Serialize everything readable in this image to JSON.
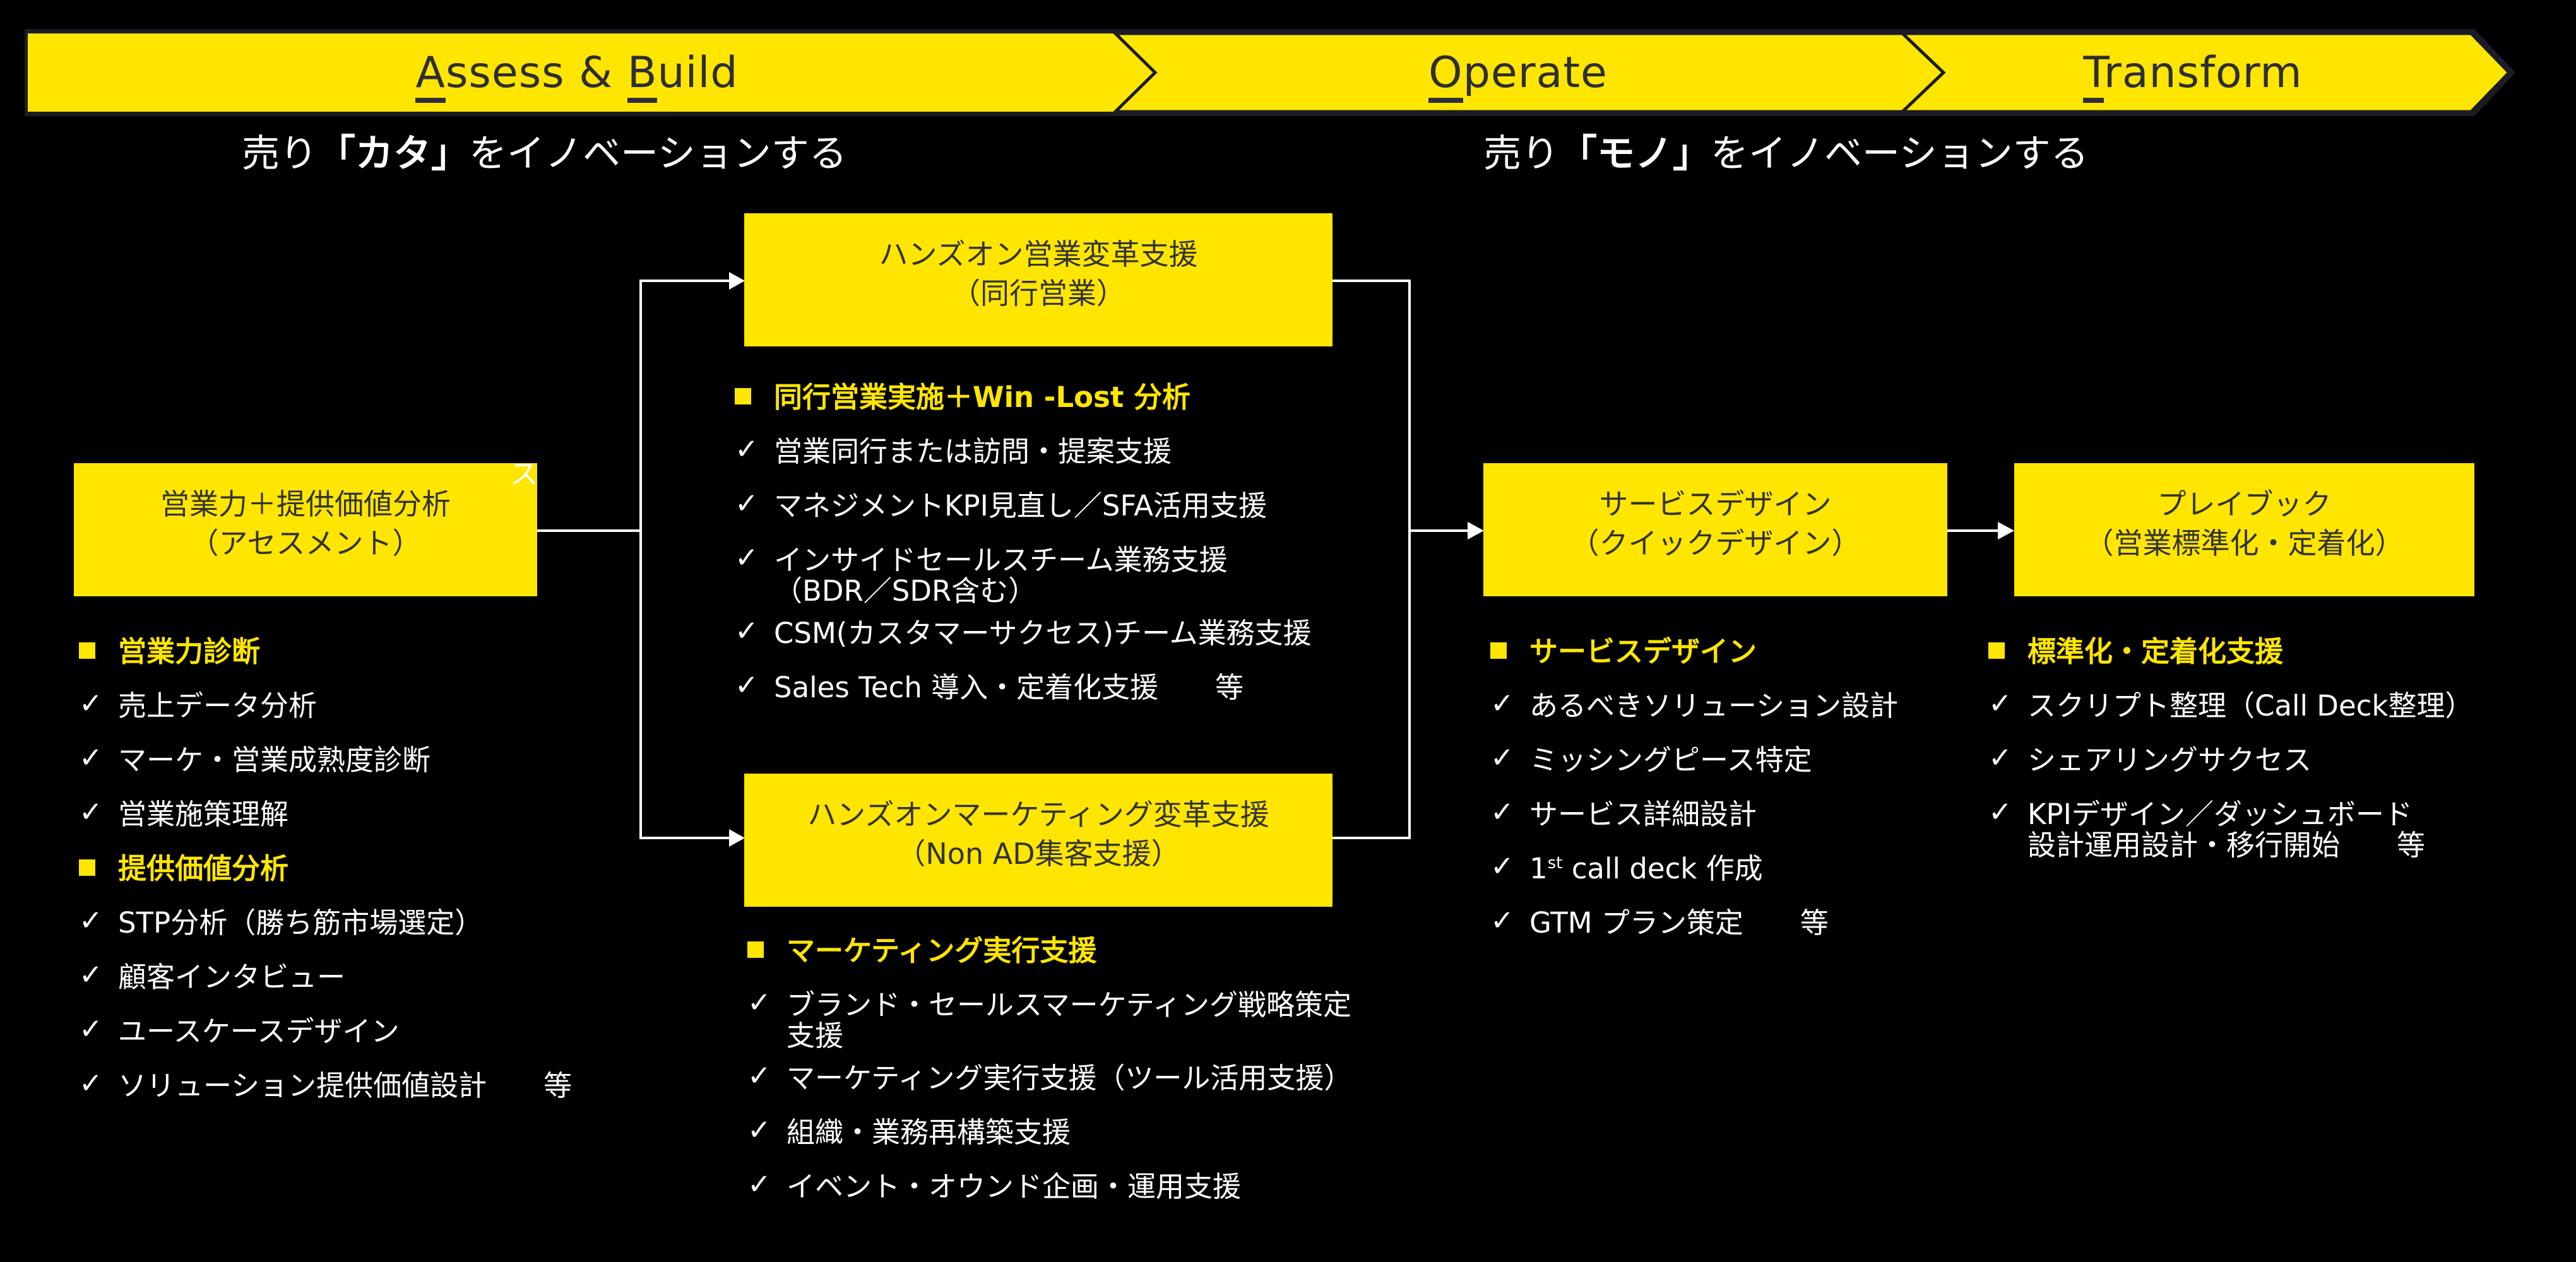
{
  "colors": {
    "accent": "#ffe600",
    "background": "#000000",
    "box_text": "#333333"
  },
  "phases": [
    {
      "initial": "A",
      "rest": "ssess",
      "amp": " & ",
      "initial2": "B",
      "rest2": "uild"
    },
    {
      "initial": "O",
      "rest": "perate"
    },
    {
      "initial": "T",
      "rest": "ransform"
    }
  ],
  "subtitles": [
    {
      "pre": "売り",
      "em": "「カタ」",
      "post": "をイノベーションする"
    },
    {
      "pre": "売り",
      "em": "「モノ」",
      "post": "をイノベーションする"
    }
  ],
  "stray_char": "ス",
  "boxes": [
    {
      "line1": "営業力＋提供価値分析",
      "line2": "（アセスメント）"
    },
    {
      "line1": "ハンズオン営業変革支援",
      "line2": "（同行営業）"
    },
    {
      "line1": "ハンズオンマーケティング変革支援",
      "line2": "（Non AD集客支援）"
    },
    {
      "line1": "サービスデザイン",
      "line2": "（クイックデザイン）"
    },
    {
      "line1": "プレイブック",
      "line2": "（営業標準化・定着化）"
    }
  ],
  "lists": [
    {
      "rows": [
        {
          "type": "head",
          "text": "営業力診断"
        },
        {
          "type": "item",
          "text": "売上データ分析"
        },
        {
          "type": "item",
          "text": "マーケ・営業成熟度診断"
        },
        {
          "type": "item",
          "text": "営業施策理解"
        },
        {
          "type": "head",
          "text": "提供価値分析"
        },
        {
          "type": "item",
          "text": "STP分析（勝ち筋市場選定）"
        },
        {
          "type": "item",
          "text": "顧客インタビュー"
        },
        {
          "type": "item",
          "text": "ユースケースデザイン"
        },
        {
          "type": "item",
          "text": "ソリューション提供価値設計",
          "tail": "等"
        }
      ]
    },
    {
      "rows": [
        {
          "type": "head",
          "text": "同行営業実施＋Win -Lost 分析"
        },
        {
          "type": "item",
          "text": "営業同行または訪問・提案支援"
        },
        {
          "type": "item",
          "text": "マネジメントKPI見直し／SFA活用支援"
        },
        {
          "type": "item",
          "text": "インサイドセールスチーム業務支援",
          "cont": "（BDR／SDR含む）"
        },
        {
          "type": "item",
          "text": "CSM(カスタマーサクセス)チーム業務支援"
        },
        {
          "type": "item",
          "text": "Sales Tech 導入・定着化支援",
          "tail": "等"
        }
      ]
    },
    {
      "rows": [
        {
          "type": "head",
          "text": "マーケティング実行支援"
        },
        {
          "type": "item",
          "text": "ブランド・セールスマーケティング戦略策定",
          "cont": "支援"
        },
        {
          "type": "item",
          "text": "マーケティング実行支援（ツール活用支援）"
        },
        {
          "type": "item",
          "text": "組織・業務再構築支援"
        },
        {
          "type": "item",
          "text": "イベント・オウンド企画・運用支援"
        }
      ]
    },
    {
      "rows": [
        {
          "type": "head",
          "text": "サービスデザイン"
        },
        {
          "type": "item",
          "text": "あるべきソリューション設計"
        },
        {
          "type": "item",
          "text": "ミッシングピース特定"
        },
        {
          "type": "item",
          "text": "サービス詳細設計"
        },
        {
          "type": "item",
          "pre": "1",
          "sup": "st",
          "text": " call deck 作成"
        },
        {
          "type": "item",
          "text": "GTM プラン策定",
          "tail": "等"
        }
      ]
    },
    {
      "rows": [
        {
          "type": "head",
          "text": "標準化・定着化支援"
        },
        {
          "type": "item",
          "text": "スクリプト整理（Call Deck整理）"
        },
        {
          "type": "item",
          "text": "シェアリングサクセス"
        },
        {
          "type": "item",
          "text": "KPIデザイン／ダッシュボード",
          "cont": "設計運用設計・移行開始",
          "cont_tail": "等"
        }
      ]
    }
  ],
  "check_glyph": "✓"
}
